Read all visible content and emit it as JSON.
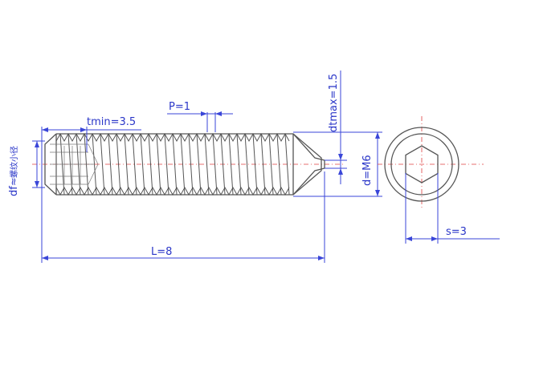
{
  "dimensions": {
    "length": "L=8",
    "pitch": "P=1",
    "socket_depth": "tmin=3.5",
    "point_diameter": "dtmax=1.5",
    "major_diameter": "d=M6",
    "minor_diameter": "df≈",
    "minor_diameter_note": "螺纹小径",
    "hex_size": "s=3"
  },
  "icons": {
    "side_view": "set-screw-side-view",
    "end_view": "hex-socket-end-view"
  },
  "colors": {
    "dimension": "#2a36c8",
    "outline": "#555555",
    "centerline": "#e04040"
  }
}
